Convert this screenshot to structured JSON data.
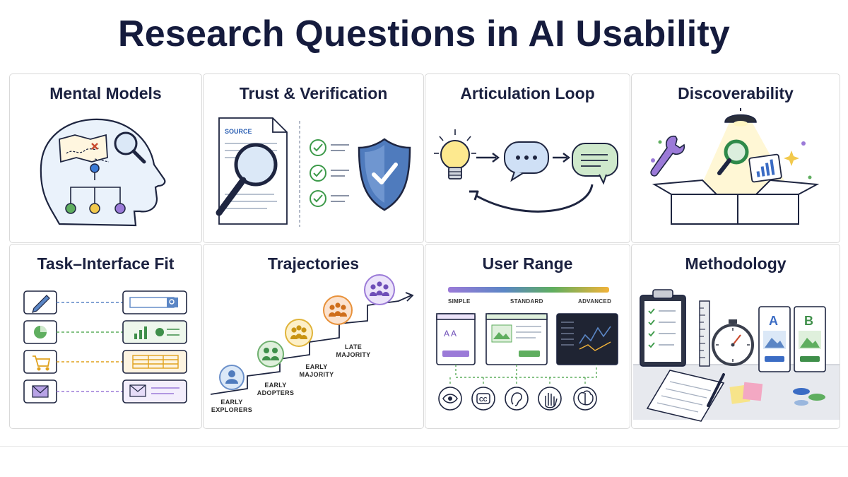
{
  "title": "Research Questions in AI Usability",
  "panels": [
    {
      "id": "mental-models",
      "title": "Mental Models"
    },
    {
      "id": "trust-verification",
      "title": "Trust & Verification",
      "doc_label": "SOURCE"
    },
    {
      "id": "articulation-loop",
      "title": "Articulation Loop"
    },
    {
      "id": "discoverability",
      "title": "Discoverability"
    },
    {
      "id": "task-interface-fit",
      "title": "Task–Interface Fit"
    },
    {
      "id": "trajectories",
      "title": "Trajectories",
      "stages": [
        {
          "line1": "EARLY",
          "line2": "EXPLORERS"
        },
        {
          "line1": "EARLY",
          "line2": "ADOPTERS"
        },
        {
          "line1": "EARLY",
          "line2": "MAJORITY"
        },
        {
          "line1": "LATE",
          "line2": "MAJORITY"
        }
      ]
    },
    {
      "id": "user-range",
      "title": "User Range",
      "scale_labels": [
        "SIMPLE",
        "STANDARD",
        "ADVANCED"
      ],
      "font_sample": "A A"
    },
    {
      "id": "methodology",
      "title": "Methodology",
      "variant_a": "A",
      "variant_b": "B"
    }
  ],
  "colors": {
    "title": "#151b3d",
    "blue": "#5b86c5",
    "green": "#5fae5f",
    "purple": "#9b7ad8",
    "yellow": "#f2c94c",
    "orange": "#e8913a"
  },
  "icons": {
    "mental-models": [
      "head-icon",
      "map-icon",
      "magnifier-icon",
      "tree-icon"
    ],
    "trust-verification": [
      "document-icon",
      "magnifier-icon",
      "checklist-icon",
      "shield-check-icon"
    ],
    "articulation-loop": [
      "lightbulb-icon",
      "speech-bubble-icon",
      "text-bubble-icon",
      "loop-arrow-icon"
    ],
    "discoverability": [
      "spotlight-lamp-icon",
      "wrench-icon",
      "magnifier-icon",
      "chart-icon",
      "open-box-icon"
    ],
    "task-interface-fit": [
      "pencil-icon",
      "search-field-icon",
      "pie-chart-icon",
      "bar-chart-icon",
      "cart-icon",
      "table-icon",
      "mail-icon"
    ],
    "trajectories": [
      "person-icon",
      "group-icon",
      "staircase-arrow-icon"
    ],
    "user-range": [
      "gradient-scale-icon",
      "eye-icon",
      "cc-icon",
      "ear-icon",
      "hand-icon",
      "brain-icon"
    ],
    "methodology": [
      "clipboard-icon",
      "ruler-icon",
      "stopwatch-icon",
      "ab-card-icon",
      "notebook-icon",
      "sticky-notes-icon"
    ]
  }
}
